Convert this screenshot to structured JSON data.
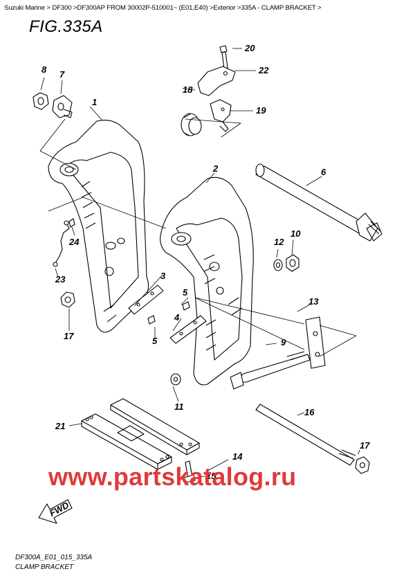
{
  "breadcrumb": "Suzuki Marine > DF300 >DF300AP FROM 30002P-510001~ (E01,E40) >Exterior >335A - CLAMP BRACKET >",
  "figure_title": "FIG.335A",
  "watermark": "www.partskatalog.ru",
  "footer": {
    "code": "DF300A_E01_015_335A",
    "name": "CLAMP BRACKET"
  },
  "fwd_label": "FWD",
  "callouts": {
    "c1": "1",
    "c2": "2",
    "c3": "3",
    "c4": "4",
    "c5a": "5",
    "c5b": "5",
    "c6": "6",
    "c7": "7",
    "c8": "8",
    "c9": "9",
    "c10": "10",
    "c11": "11",
    "c12": "12",
    "c13": "13",
    "c14": "14",
    "c15": "15",
    "c16": "16",
    "c17a": "17",
    "c17b": "17",
    "c18": "18",
    "c19": "19",
    "c20": "20",
    "c21": "21",
    "c22": "22",
    "c23": "23",
    "c24": "24"
  },
  "colors": {
    "watermark": "#e03a3a",
    "lines": "#000000"
  }
}
